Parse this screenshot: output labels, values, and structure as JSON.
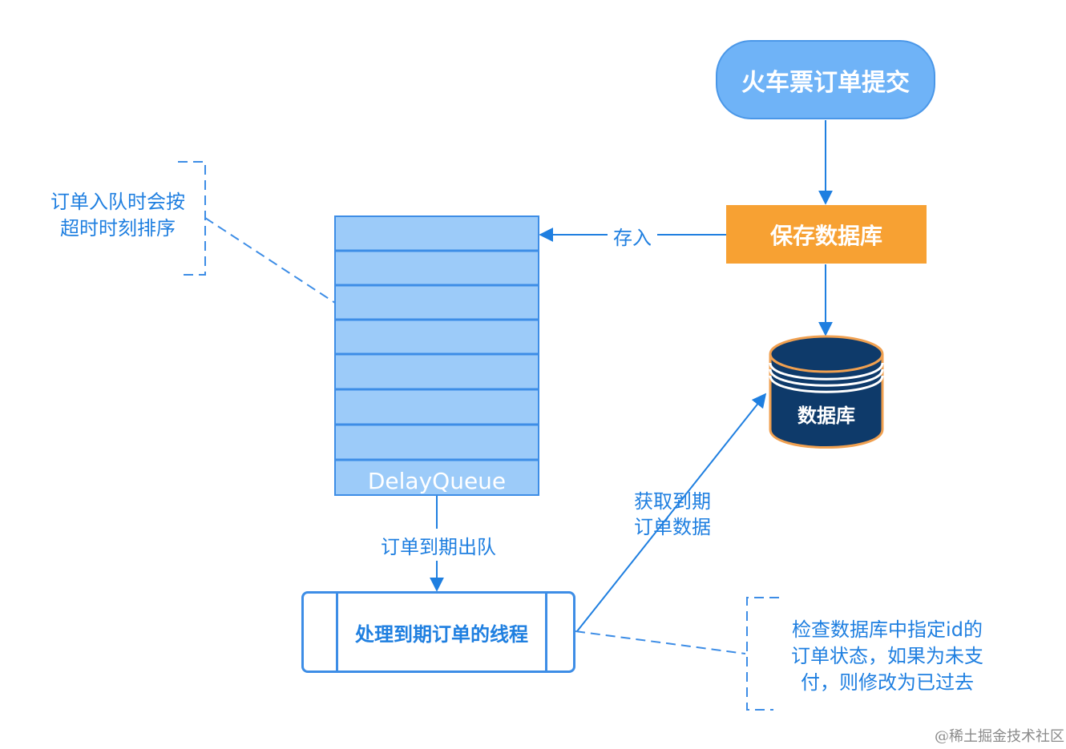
{
  "nodes": {
    "start": "火车票订单提交",
    "save_db": "保存数据库",
    "database": "数据库",
    "queue": "DelayQueue",
    "thread": "处理到期订单的线程"
  },
  "edges": {
    "store": "存入",
    "dequeue": "订单到期出队",
    "fetch_line1": "获取到期",
    "fetch_line2": "订单数据"
  },
  "notes": {
    "enqueue_line1": "订单入队时会按",
    "enqueue_line2": "超时时刻排序",
    "check_line1": "检查数据库中指定id的",
    "check_line2": "订单状态，如果为未支",
    "check_line3": "付，则修改为已过去"
  },
  "watermark": "@稀土掘金技术社区",
  "colors": {
    "accent_blue": "#1f7fe0",
    "start_fill": "#6fb3f7",
    "save_fill": "#f7a133",
    "db_fill": "#0e3a6a",
    "db_rim": "#f0a050",
    "queue_fill": "#9ccbf9"
  }
}
